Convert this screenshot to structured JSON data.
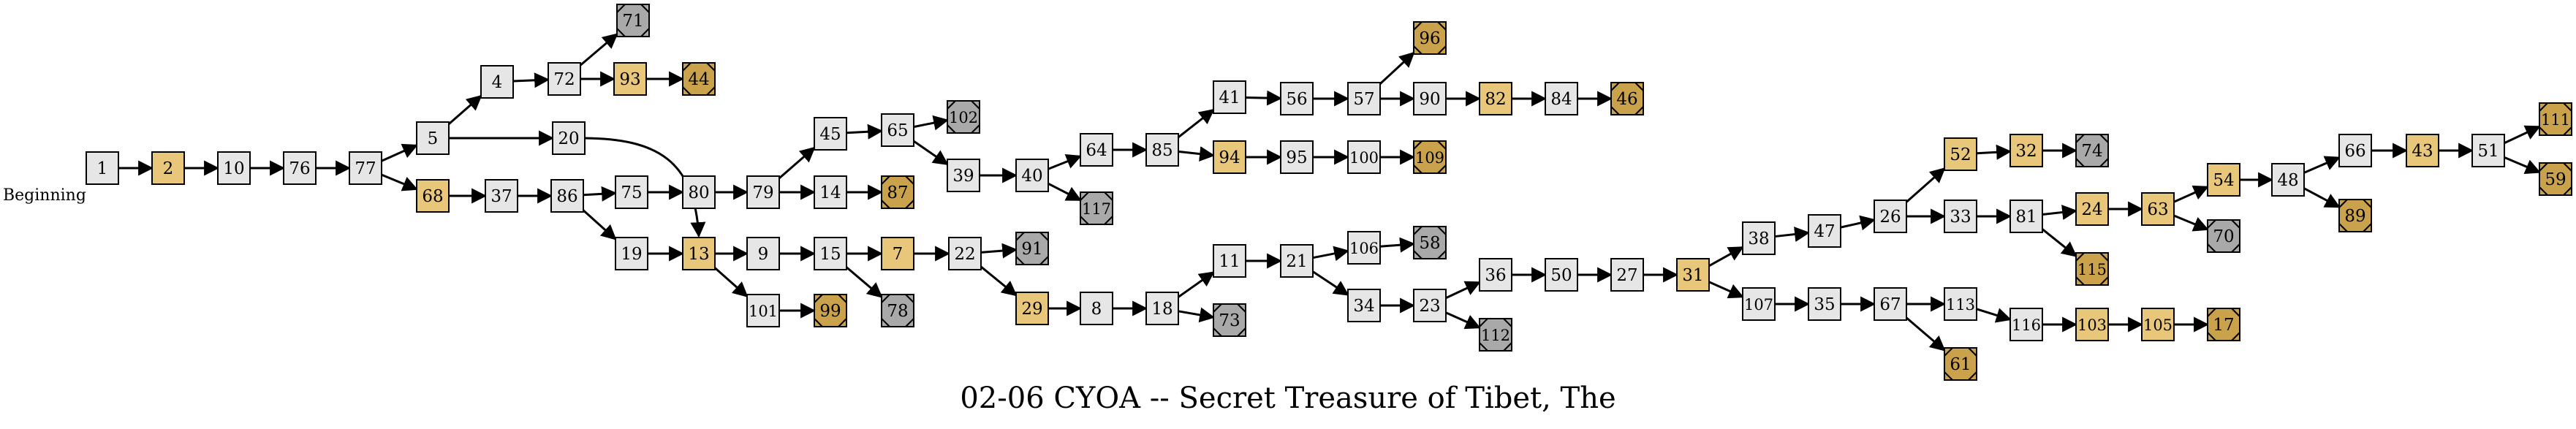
{
  "title": "02-06 CYOA -- Secret Treasure of Tibet, The",
  "start_label": "Beginning",
  "colors": {
    "normal": "#e6e6e6",
    "choice": "#e8c77a",
    "ending_bad": "#a9a9a9",
    "ending_good": "#c9a24b",
    "stroke": "#000000"
  },
  "nodes": [
    {
      "id": "1",
      "type": "normal"
    },
    {
      "id": "2",
      "type": "choice"
    },
    {
      "id": "10",
      "type": "normal"
    },
    {
      "id": "76",
      "type": "normal"
    },
    {
      "id": "77",
      "type": "normal"
    },
    {
      "id": "5",
      "type": "normal"
    },
    {
      "id": "68",
      "type": "choice"
    },
    {
      "id": "4",
      "type": "normal"
    },
    {
      "id": "20",
      "type": "normal"
    },
    {
      "id": "72",
      "type": "normal"
    },
    {
      "id": "71",
      "type": "ending_bad"
    },
    {
      "id": "93",
      "type": "choice"
    },
    {
      "id": "44",
      "type": "ending_good"
    },
    {
      "id": "37",
      "type": "normal"
    },
    {
      "id": "86",
      "type": "normal"
    },
    {
      "id": "75",
      "type": "normal"
    },
    {
      "id": "19",
      "type": "normal"
    },
    {
      "id": "80",
      "type": "normal"
    },
    {
      "id": "13",
      "type": "choice"
    },
    {
      "id": "79",
      "type": "normal"
    },
    {
      "id": "45",
      "type": "normal"
    },
    {
      "id": "14",
      "type": "normal"
    },
    {
      "id": "87",
      "type": "ending_good"
    },
    {
      "id": "65",
      "type": "normal"
    },
    {
      "id": "102",
      "type": "ending_bad"
    },
    {
      "id": "39",
      "type": "normal"
    },
    {
      "id": "40",
      "type": "normal"
    },
    {
      "id": "117",
      "type": "ending_bad"
    },
    {
      "id": "64",
      "type": "normal"
    },
    {
      "id": "85",
      "type": "normal"
    },
    {
      "id": "41",
      "type": "normal"
    },
    {
      "id": "94",
      "type": "choice"
    },
    {
      "id": "56",
      "type": "normal"
    },
    {
      "id": "57",
      "type": "normal"
    },
    {
      "id": "96",
      "type": "ending_good"
    },
    {
      "id": "90",
      "type": "normal"
    },
    {
      "id": "82",
      "type": "choice"
    },
    {
      "id": "84",
      "type": "normal"
    },
    {
      "id": "46",
      "type": "ending_good"
    },
    {
      "id": "95",
      "type": "normal"
    },
    {
      "id": "100",
      "type": "normal"
    },
    {
      "id": "109",
      "type": "ending_good"
    },
    {
      "id": "9",
      "type": "normal"
    },
    {
      "id": "15",
      "type": "normal"
    },
    {
      "id": "7",
      "type": "choice"
    },
    {
      "id": "22",
      "type": "normal"
    },
    {
      "id": "91",
      "type": "ending_bad"
    },
    {
      "id": "78",
      "type": "ending_bad"
    },
    {
      "id": "101",
      "type": "normal"
    },
    {
      "id": "99",
      "type": "ending_good"
    },
    {
      "id": "29",
      "type": "choice"
    },
    {
      "id": "8",
      "type": "normal"
    },
    {
      "id": "18",
      "type": "normal"
    },
    {
      "id": "73",
      "type": "ending_bad"
    },
    {
      "id": "11",
      "type": "normal"
    },
    {
      "id": "21",
      "type": "normal"
    },
    {
      "id": "106",
      "type": "normal"
    },
    {
      "id": "58",
      "type": "ending_bad"
    },
    {
      "id": "34",
      "type": "normal"
    },
    {
      "id": "23",
      "type": "normal"
    },
    {
      "id": "112",
      "type": "ending_bad"
    },
    {
      "id": "36",
      "type": "normal"
    },
    {
      "id": "50",
      "type": "normal"
    },
    {
      "id": "27",
      "type": "normal"
    },
    {
      "id": "31",
      "type": "choice"
    },
    {
      "id": "38",
      "type": "normal"
    },
    {
      "id": "47",
      "type": "normal"
    },
    {
      "id": "26",
      "type": "normal"
    },
    {
      "id": "52",
      "type": "choice"
    },
    {
      "id": "32",
      "type": "choice"
    },
    {
      "id": "74",
      "type": "ending_bad"
    },
    {
      "id": "33",
      "type": "normal"
    },
    {
      "id": "81",
      "type": "normal"
    },
    {
      "id": "24",
      "type": "choice"
    },
    {
      "id": "115",
      "type": "ending_good"
    },
    {
      "id": "63",
      "type": "choice"
    },
    {
      "id": "54",
      "type": "choice"
    },
    {
      "id": "70",
      "type": "ending_bad"
    },
    {
      "id": "48",
      "type": "normal"
    },
    {
      "id": "66",
      "type": "normal"
    },
    {
      "id": "89",
      "type": "ending_good"
    },
    {
      "id": "43",
      "type": "choice"
    },
    {
      "id": "51",
      "type": "normal"
    },
    {
      "id": "111",
      "type": "ending_good"
    },
    {
      "id": "59",
      "type": "ending_good"
    },
    {
      "id": "107",
      "type": "normal"
    },
    {
      "id": "35",
      "type": "normal"
    },
    {
      "id": "67",
      "type": "normal"
    },
    {
      "id": "113",
      "type": "normal"
    },
    {
      "id": "61",
      "type": "ending_good"
    },
    {
      "id": "116",
      "type": "normal"
    },
    {
      "id": "103",
      "type": "choice"
    },
    {
      "id": "105",
      "type": "choice"
    },
    {
      "id": "17",
      "type": "ending_good"
    }
  ],
  "edges": [
    [
      "1",
      "2"
    ],
    [
      "2",
      "10"
    ],
    [
      "10",
      "76"
    ],
    [
      "76",
      "77"
    ],
    [
      "77",
      "5"
    ],
    [
      "77",
      "68"
    ],
    [
      "5",
      "4"
    ],
    [
      "5",
      "20"
    ],
    [
      "4",
      "72"
    ],
    [
      "72",
      "71"
    ],
    [
      "72",
      "93"
    ],
    [
      "93",
      "44"
    ],
    [
      "20",
      "13"
    ],
    [
      "68",
      "37"
    ],
    [
      "37",
      "86"
    ],
    [
      "86",
      "75"
    ],
    [
      "86",
      "19"
    ],
    [
      "75",
      "80"
    ],
    [
      "19",
      "13"
    ],
    [
      "80",
      "79"
    ],
    [
      "79",
      "45"
    ],
    [
      "79",
      "14"
    ],
    [
      "14",
      "87"
    ],
    [
      "45",
      "65"
    ],
    [
      "65",
      "102"
    ],
    [
      "65",
      "39"
    ],
    [
      "39",
      "40"
    ],
    [
      "40",
      "64"
    ],
    [
      "40",
      "117"
    ],
    [
      "64",
      "85"
    ],
    [
      "85",
      "41"
    ],
    [
      "85",
      "94"
    ],
    [
      "41",
      "56"
    ],
    [
      "56",
      "57"
    ],
    [
      "57",
      "96"
    ],
    [
      "57",
      "90"
    ],
    [
      "90",
      "82"
    ],
    [
      "82",
      "84"
    ],
    [
      "84",
      "46"
    ],
    [
      "94",
      "95"
    ],
    [
      "95",
      "100"
    ],
    [
      "100",
      "109"
    ],
    [
      "13",
      "9"
    ],
    [
      "13",
      "101"
    ],
    [
      "9",
      "15"
    ],
    [
      "15",
      "7"
    ],
    [
      "15",
      "78"
    ],
    [
      "101",
      "99"
    ],
    [
      "7",
      "22"
    ],
    [
      "22",
      "91"
    ],
    [
      "22",
      "29"
    ],
    [
      "29",
      "8"
    ],
    [
      "8",
      "18"
    ],
    [
      "18",
      "11"
    ],
    [
      "18",
      "73"
    ],
    [
      "11",
      "21"
    ],
    [
      "21",
      "106"
    ],
    [
      "21",
      "34"
    ],
    [
      "106",
      "58"
    ],
    [
      "34",
      "23"
    ],
    [
      "23",
      "36"
    ],
    [
      "23",
      "112"
    ],
    [
      "36",
      "50"
    ],
    [
      "50",
      "27"
    ],
    [
      "27",
      "31"
    ],
    [
      "31",
      "38"
    ],
    [
      "31",
      "107"
    ],
    [
      "38",
      "47"
    ],
    [
      "47",
      "26"
    ],
    [
      "26",
      "52"
    ],
    [
      "26",
      "33"
    ],
    [
      "52",
      "32"
    ],
    [
      "32",
      "74"
    ],
    [
      "33",
      "81"
    ],
    [
      "81",
      "24"
    ],
    [
      "81",
      "115"
    ],
    [
      "24",
      "63"
    ],
    [
      "63",
      "54"
    ],
    [
      "63",
      "70"
    ],
    [
      "54",
      "48"
    ],
    [
      "48",
      "66"
    ],
    [
      "48",
      "89"
    ],
    [
      "66",
      "43"
    ],
    [
      "43",
      "51"
    ],
    [
      "51",
      "111"
    ],
    [
      "51",
      "59"
    ],
    [
      "107",
      "35"
    ],
    [
      "35",
      "67"
    ],
    [
      "67",
      "113"
    ],
    [
      "67",
      "61"
    ],
    [
      "113",
      "116"
    ],
    [
      "116",
      "103"
    ],
    [
      "103",
      "105"
    ],
    [
      "105",
      "17"
    ]
  ]
}
